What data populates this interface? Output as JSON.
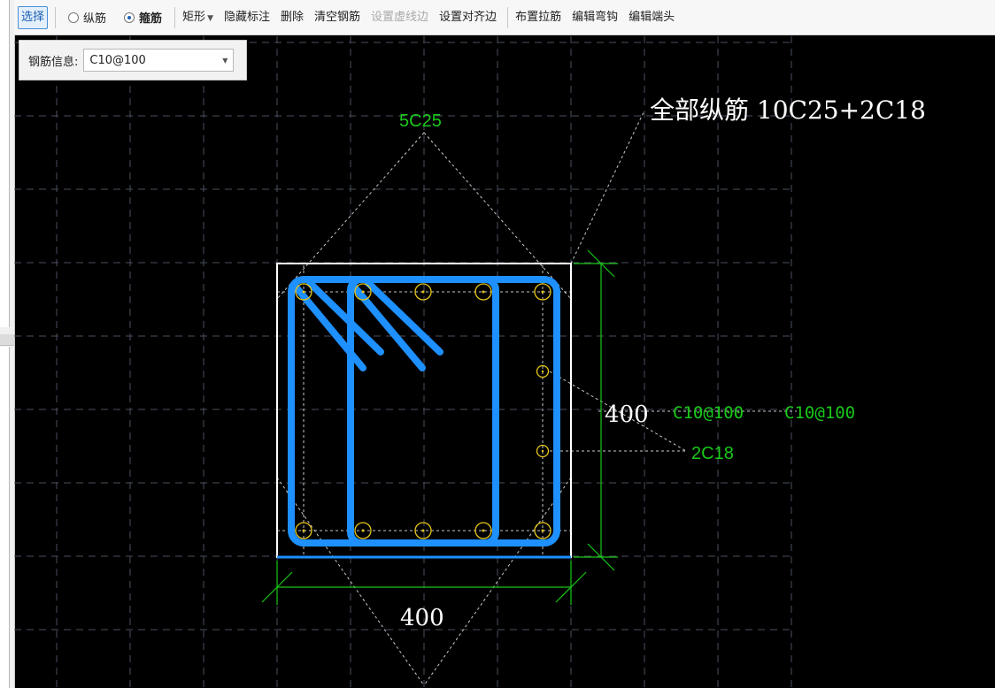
{
  "toolbar": {
    "select_label": "选择",
    "longitudinal_label": "纵筋",
    "stirrup_label": "箍筋",
    "stirrup_selected": true,
    "rect_label": "矩形",
    "hide_annotation_label": "隐藏标注",
    "delete_label": "删除",
    "clear_rebar_label": "清空钢筋",
    "set_dashed_label": "设置虚线边",
    "set_align_label": "设置对齐边",
    "place_tie_label": "布置拉筋",
    "edit_hook_label": "编辑弯钩",
    "edit_end_label": "编辑端头"
  },
  "info_panel": {
    "label": "钢筋信息:",
    "value": "C10@100"
  },
  "drawing": {
    "all_longitudinal": "全部纵筋 10C25+2C18",
    "top_bars": "5C25",
    "side_bars": "2C18",
    "stirrup_a": "C10@100",
    "stirrup_b": "C10@100",
    "dim_height": "400",
    "dim_width": "400"
  },
  "colors": {
    "background": "#000000",
    "stirrup": "#1e90ff",
    "rebar_circle": "#e6c619",
    "annotation": "#19c819",
    "dimension": "#19c819",
    "outline": "#ffffff",
    "grid": "#4a5060"
  }
}
